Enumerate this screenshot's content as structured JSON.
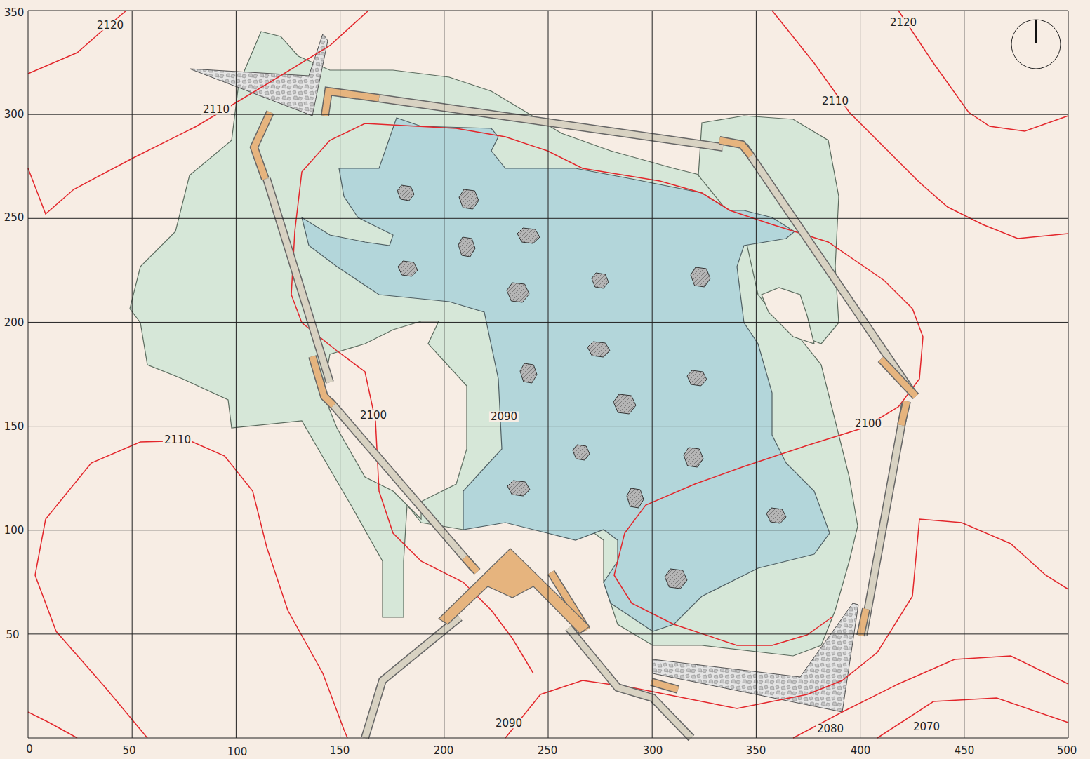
{
  "diagram": {
    "labels": [
      "350",
      "300",
      "250",
      "200",
      "150",
      "100",
      "50",
      "0",
      "50",
      "100",
      "150",
      "200",
      "250",
      "300",
      "350",
      "400",
      "450",
      "500",
      "2120",
      "2120",
      "2110",
      "2110",
      "2100",
      "2090",
      "2100",
      "2110",
      "2090",
      "2080",
      "2070"
    ]
  }
}
